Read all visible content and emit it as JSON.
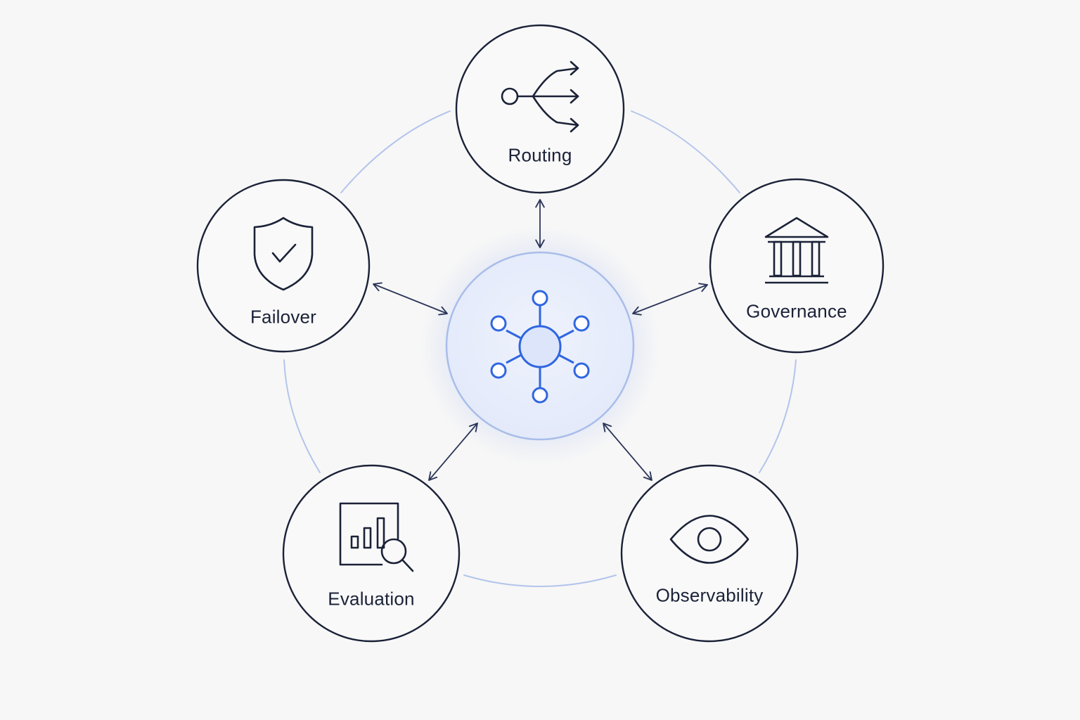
{
  "nodes": {
    "routing": {
      "label": "Routing",
      "icon": "route-branch-icon"
    },
    "governance": {
      "label": "Governance",
      "icon": "building-columns-icon"
    },
    "observability": {
      "label": "Observability",
      "icon": "eye-icon"
    },
    "evaluation": {
      "label": "Evaluation",
      "icon": "chart-magnifier-icon"
    },
    "failover": {
      "label": "Failover",
      "icon": "shield-check-icon"
    }
  },
  "hub": {
    "icon": "network-hub-icon"
  },
  "colors": {
    "background": "#f7f7f7",
    "node_stroke": "#1b2238",
    "ring": "#b3c5ec",
    "hub_fill": "#e6edfb",
    "hub_stroke": "#a9bde9",
    "hub_icon": "#2f66e0",
    "arrow": "#2b3659"
  }
}
